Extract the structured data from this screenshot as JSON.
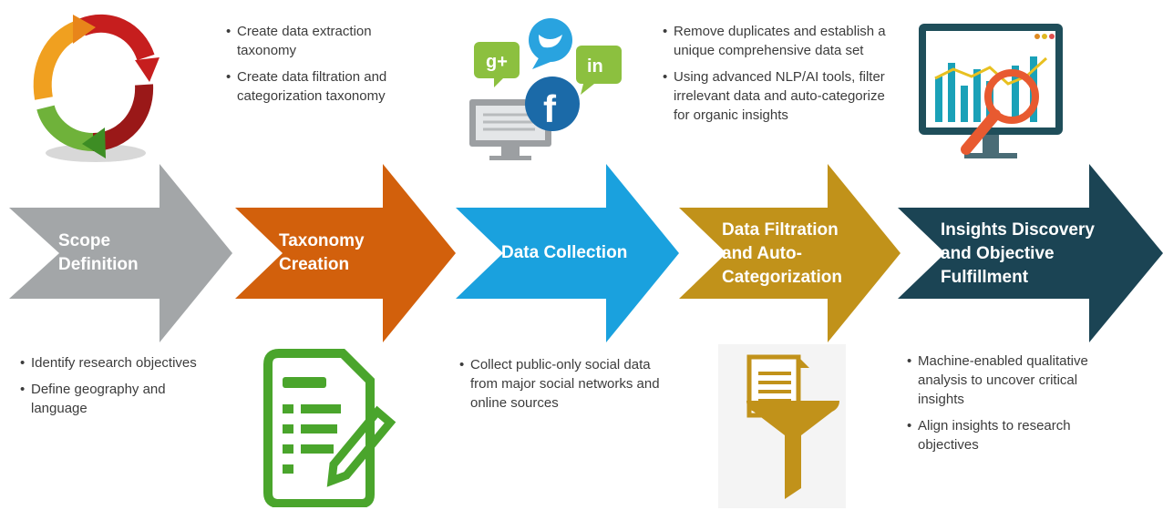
{
  "steps": [
    {
      "id": "scope",
      "label_line1": "Scope",
      "label_line2": "Definition",
      "color": "#a3a6a8",
      "bullets": [
        "Identify research objectives",
        "Define geography and language"
      ]
    },
    {
      "id": "taxonomy",
      "label_line1": "Taxonomy",
      "label_line2": "Creation",
      "color": "#d2600c",
      "bullets": [
        "Create data extraction taxonomy",
        "Create data filtration and categorization taxonomy"
      ]
    },
    {
      "id": "collection",
      "label_line1": "Data Collection",
      "label_line2": "",
      "color": "#1aa1de",
      "bullets": [
        "Collect public-only social data from major social networks and online sources"
      ]
    },
    {
      "id": "filtration",
      "label_line1": "Data Filtration",
      "label_line2": "and Auto-",
      "label_line3": "Categorization",
      "color": "#c1921a",
      "bullets": [
        "Remove duplicates and establish a unique comprehensive data set",
        "Using advanced NLP/AI tools, filter irrelevant data and auto-categorize for organic insights"
      ]
    },
    {
      "id": "insights",
      "label_line1": "Insights Discovery",
      "label_line2": "and Objective",
      "label_line3": "Fulfillment",
      "color": "#1b4454",
      "bullets": [
        "Machine-enabled qualitative analysis to uncover critical insights",
        "Align insights to research objectives"
      ]
    }
  ],
  "icons": {
    "cycle": "cycle-arrows-icon",
    "social": "social-networks-monitor-icon",
    "social_labels": {
      "googleplus": "g+",
      "linkedin": "in",
      "facebook": "f"
    },
    "analytics": "analytics-monitor-magnifier-icon",
    "document": "document-edit-icon",
    "funnel": "document-funnel-icon"
  }
}
